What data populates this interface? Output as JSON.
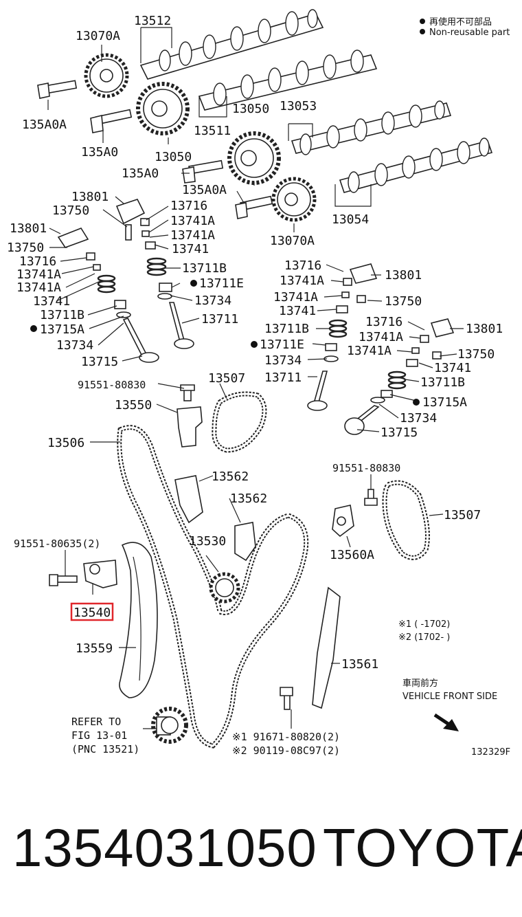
{
  "legend": {
    "line1": "再使用不可部品",
    "line2": "Non-reusable part",
    "note1": "※1 (      -1702)",
    "note2": "※2 (1702-      )",
    "front_jp": "車両前方",
    "front_en": "VEHICLE FRONT SIDE",
    "fig_code": "132329F"
  },
  "refer": {
    "line1": "REFER TO",
    "line2": "FIG 13-01",
    "line3": "(PNC 13521)"
  },
  "labels": {
    "p13512": "13512",
    "p13070A_top": "13070A",
    "p135A0A_top": "135A0A",
    "p135A0_top": "135A0",
    "p13050_left": "13050",
    "p13511": "13511",
    "p13050_right": "13050",
    "p13053": "13053",
    "p135A0_mid": "135A0",
    "p135A0A_mid": "135A0A",
    "p13054": "13054",
    "p13070A_mid": "13070A",
    "p13801_a": "13801",
    "p13750_a": "13750",
    "p13716_a": "13716",
    "p13741A_a1": "13741A",
    "p13741A_a2": "13741A",
    "p13741_a": "13741",
    "p13711B_a": "13711B",
    "p13711E_a": "13711E",
    "p13734_a": "13734",
    "p13711_a": "13711",
    "p13801_b": "13801",
    "p13750_b": "13750",
    "p13716_b": "13716",
    "p13741A_b1": "13741A",
    "p13741A_b2": "13741A",
    "p13741_b": "13741",
    "p13711B_b": "13711B",
    "p13715A_b": "13715A",
    "p13734_b": "13734",
    "p13715_b": "13715",
    "p13716_c": "13716",
    "p13801_c": "13801",
    "p13741A_c1": "13741A",
    "p13741A_c2": "13741A",
    "p13750_c": "13750",
    "p13741_c": "13741",
    "p13711B_c": "13711B",
    "p13711E_c": "13711E",
    "p13734_c": "13734",
    "p13711_c": "13711",
    "p13716_d": "13716",
    "p13801_d": "13801",
    "p13741A_d1": "13741A",
    "p13741A_d2": "13741A",
    "p13750_d": "13750",
    "p13741_d": "13741",
    "p13711B_d": "13711B",
    "p13715A_d": "13715A",
    "p13734_d": "13734",
    "p13715_d": "13715",
    "p91551_80830_a": "91551-80830",
    "p13507_a": "13507",
    "p13550": "13550",
    "p13506": "13506",
    "p13562_a": "13562",
    "p13562_b": "13562",
    "p13530": "13530",
    "p91551_80830_b": "91551-80830",
    "p13507_b": "13507",
    "p13560A": "13560A",
    "p91551_80635": "91551-80635(2)",
    "p13540": "13540",
    "p13559": "13559",
    "p13561": "13561",
    "p91671": "※1 91671-80820(2)",
    "p90119": "※2 90119-08C97(2)"
  },
  "highlight_color": "#e0262b",
  "footer": {
    "part_number": "1354031050",
    "brand": "TOYOTA"
  }
}
